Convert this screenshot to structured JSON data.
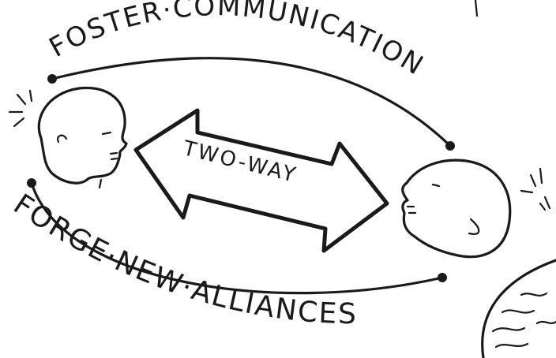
{
  "diagram": {
    "top_label": "FOSTER·COMMUNICATION",
    "bottom_label": "FORGE·NEW·ALLIANCES",
    "arrow_label": "TWO-WAY",
    "colors": {
      "ink": "#1a1a1a",
      "background": "#ffffff"
    },
    "icons": [
      "left-face-icon",
      "right-face-icon",
      "double-headed-arrow-icon",
      "globe-icon",
      "sparkle-icon"
    ]
  }
}
